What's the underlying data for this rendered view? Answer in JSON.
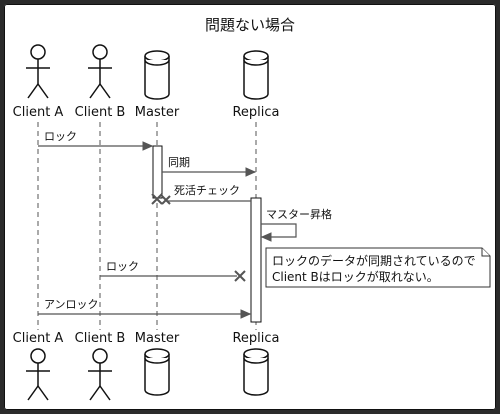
{
  "title": "問題ない場合",
  "participants": {
    "client_a": "Client A",
    "client_b": "Client B",
    "master": "Master",
    "replica": "Replica"
  },
  "messages": {
    "lock_a": "ロック",
    "sync": "同期",
    "heartbeat": "死活チェック",
    "promote": "マスター昇格",
    "lock_b": "ロック",
    "unlock": "アンロック"
  },
  "note": {
    "line1": "ロックのデータが同期されているので",
    "line2": "Client Bはロックが取れない。"
  }
}
